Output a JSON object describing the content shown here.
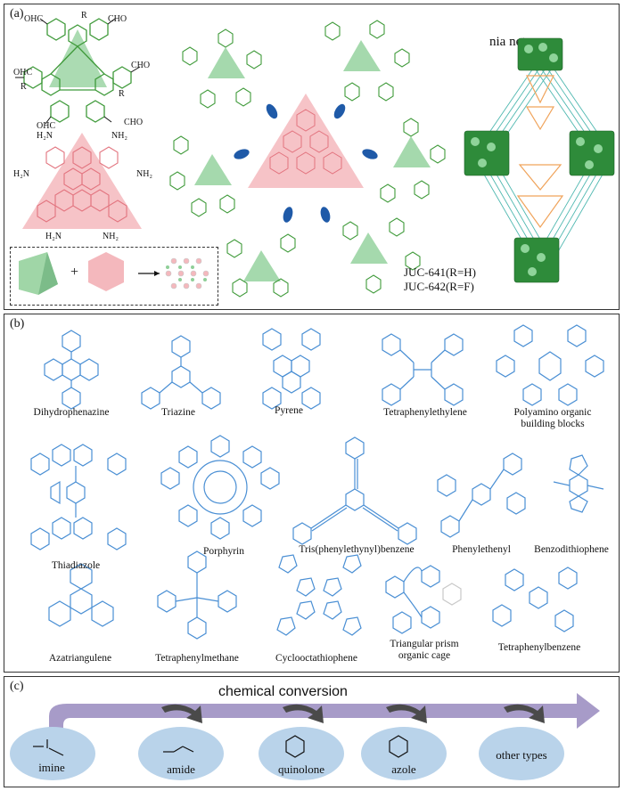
{
  "panel_a": {
    "label": "(a)",
    "r_group": "R",
    "cho": "CHO",
    "ohc": "OHC",
    "nh2_right": "NH₂",
    "h2n_left": "H₂N",
    "nia_nets": "nia nets",
    "juc641": "JUC-641(R=H)",
    "juc642": "JUC-642(R=F)",
    "plus": "+"
  },
  "panel_b": {
    "label": "(b)",
    "items": [
      {
        "name": "Dihydrophenazine"
      },
      {
        "name": "Triazine"
      },
      {
        "name": "Pyrene"
      },
      {
        "name": "Tetraphenylethylene"
      },
      {
        "name": "Polyamino organic building blocks"
      },
      {
        "name": "Thiadiazole"
      },
      {
        "name": "Porphyrin"
      },
      {
        "name": "Tris(phenylethynyl)benzene"
      },
      {
        "name": "Phenylethenyl"
      },
      {
        "name": "Benzodithiophene"
      },
      {
        "name": "Azatriangulene"
      },
      {
        "name": "Tetraphenylmethane"
      },
      {
        "name": "Cyclooctathiophene"
      },
      {
        "name": "Triangular prism organic cage"
      },
      {
        "name": "Tetraphenylbenzene"
      }
    ]
  },
  "panel_c": {
    "label": "(c)",
    "title": "chemical conversion",
    "stages": [
      {
        "name": "imine"
      },
      {
        "name": "amide"
      },
      {
        "name": "quinolone"
      },
      {
        "name": "azole"
      },
      {
        "name": "other types"
      }
    ],
    "colors": {
      "arrow": "#a79bc8",
      "ellipse": "#b9d3ea",
      "curve_arrow": "#4a4a4a"
    }
  },
  "colors": {
    "green": "#3f9a3a",
    "green_fill": "#8fcf98",
    "pink": "#f4b8bd",
    "blue": "#4a8fd4",
    "teal": "#4fb8b0",
    "orange": "#f0a35a"
  }
}
